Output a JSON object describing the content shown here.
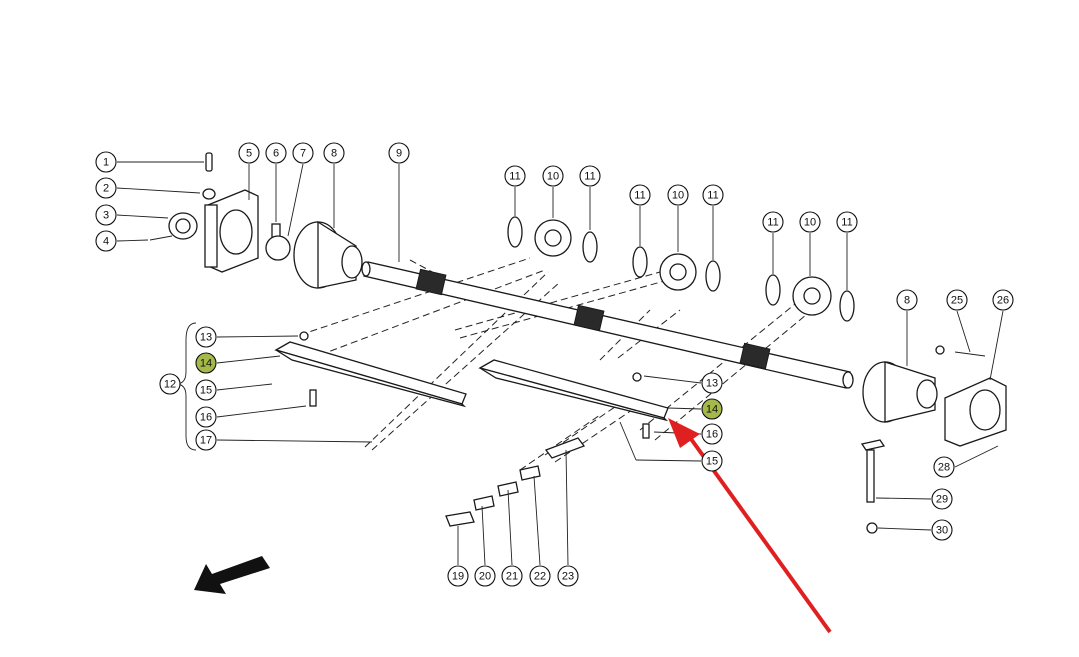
{
  "callouts": [
    {
      "id": "c1",
      "label": "1"
    },
    {
      "id": "c2",
      "label": "2"
    },
    {
      "id": "c3",
      "label": "3"
    },
    {
      "id": "c4",
      "label": "4"
    },
    {
      "id": "c5",
      "label": "5"
    },
    {
      "id": "c6",
      "label": "6"
    },
    {
      "id": "c7",
      "label": "7"
    },
    {
      "id": "c8a",
      "label": "8"
    },
    {
      "id": "c9",
      "label": "9"
    },
    {
      "id": "c11a",
      "label": "11"
    },
    {
      "id": "c10a",
      "label": "10"
    },
    {
      "id": "c11b",
      "label": "11"
    },
    {
      "id": "c11c",
      "label": "11"
    },
    {
      "id": "c10b",
      "label": "10"
    },
    {
      "id": "c11d",
      "label": "11"
    },
    {
      "id": "c11e",
      "label": "11"
    },
    {
      "id": "c10c",
      "label": "10"
    },
    {
      "id": "c11f",
      "label": "11"
    },
    {
      "id": "c8b",
      "label": "8"
    },
    {
      "id": "c25",
      "label": "25"
    },
    {
      "id": "c26",
      "label": "26"
    },
    {
      "id": "c13a",
      "label": "13"
    },
    {
      "id": "c14a",
      "label": "14",
      "highlighted": true
    },
    {
      "id": "c12",
      "label": "12"
    },
    {
      "id": "c15a",
      "label": "15"
    },
    {
      "id": "c16a",
      "label": "16"
    },
    {
      "id": "c17",
      "label": "17"
    },
    {
      "id": "c13b",
      "label": "13"
    },
    {
      "id": "c14b",
      "label": "14",
      "highlighted": true
    },
    {
      "id": "c16b",
      "label": "16"
    },
    {
      "id": "c15b",
      "label": "15"
    },
    {
      "id": "c28",
      "label": "28"
    },
    {
      "id": "c29",
      "label": "29"
    },
    {
      "id": "c30",
      "label": "30"
    },
    {
      "id": "c19",
      "label": "19"
    },
    {
      "id": "c20",
      "label": "20"
    },
    {
      "id": "c21",
      "label": "21"
    },
    {
      "id": "c22",
      "label": "22"
    },
    {
      "id": "c23",
      "label": "23"
    }
  ],
  "colors": {
    "line": "#1a1a1a",
    "highlight": "#a4b94a",
    "pointer_arrow": "#e02020",
    "direction_arrow": "#111111"
  },
  "icons": {
    "direction": "direction-arrow-icon",
    "pointer": "red-pointer-arrow-icon"
  }
}
